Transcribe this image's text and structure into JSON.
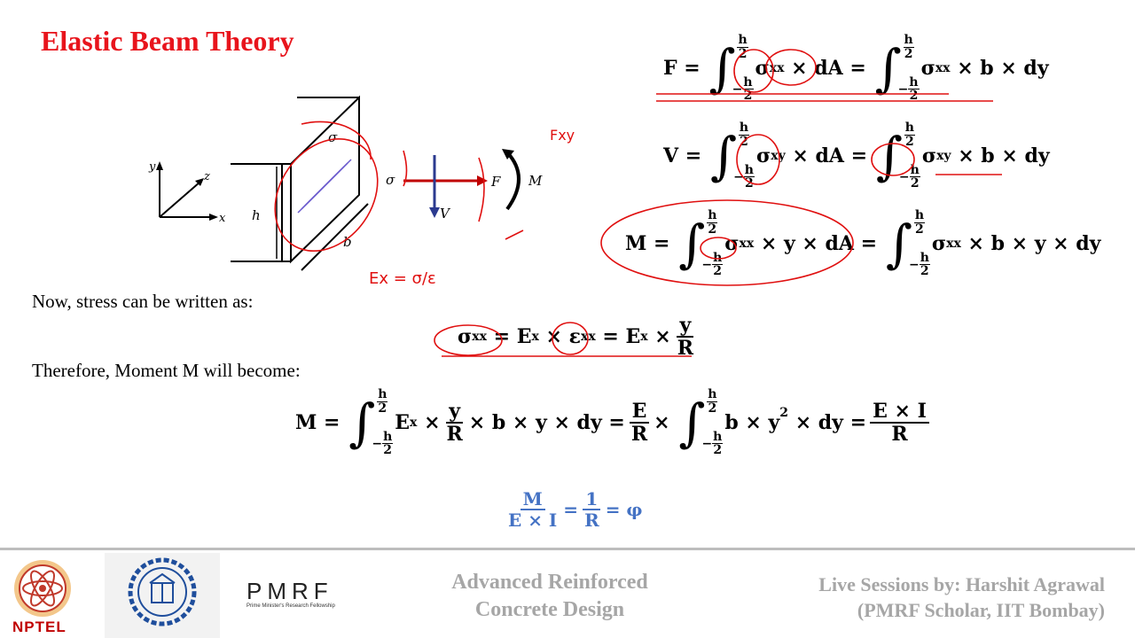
{
  "slide": {
    "title": "Elastic Beam Theory",
    "stress_text": "Now, stress can be written as:",
    "moment_text": "Therefore, Moment M will become:"
  },
  "diagram": {
    "axis_y": "y",
    "axis_z": "z",
    "axis_x": "x",
    "height_label": "h",
    "width_label": "b",
    "force_label": "F",
    "moment_label": "M",
    "shear_label": "V",
    "sigma_yy": "σ",
    "sigma_xx": "σ",
    "handwritten_fxy": "Fxy",
    "handwritten_ex": "Ex = σ/ε"
  },
  "equations": {
    "F": {
      "lhs": "F",
      "integrand_1": "σ",
      "sub_1": "xx",
      "tail_1": "× dA",
      "integrand_2": "σ",
      "sub_2": "xx",
      "tail_2": "× b × dy"
    },
    "V": {
      "lhs": "V",
      "integrand_1": "σ",
      "sub_1": "xy",
      "tail_1": "× dA",
      "integrand_2": "σ",
      "sub_2": "xy",
      "tail_2": "× b × dy"
    },
    "M": {
      "lhs": "M",
      "integrand_1": "σ",
      "sub_1": "xx",
      "tail_1": "× y × dA",
      "integrand_2": "σ",
      "sub_2": "xx",
      "tail_2": "× b × y × dy"
    },
    "limit_upper": "h",
    "limit_lower": "h",
    "limit_den": "2",
    "limit_minus": "−",
    "stress": {
      "sigma": "σ",
      "sigma_sub": "xx",
      "E1": "E",
      "E1_sub": "x",
      "eps": "ε",
      "eps_sub": "xx",
      "E2": "E",
      "E2_sub": "x",
      "num": "y",
      "den": "R"
    },
    "moment": {
      "lhs": "M",
      "E": "E",
      "E_sub": "x",
      "yR_num": "y",
      "yR_den": "R",
      "tail_1": "× b × y × dy",
      "ER_num": "E",
      "ER_den": "R",
      "tail_2": "b × y",
      "sq": "2",
      "tail_3": "× dy",
      "EI_num": "E × I",
      "EI_den": "R"
    },
    "curvature": {
      "num1": "M",
      "den1": "E × I",
      "num2": "1",
      "den2": "R",
      "phi": "φ"
    }
  },
  "footer": {
    "course_line1": "Advanced Reinforced",
    "course_line2": "Concrete Design",
    "live_line1": "Live Sessions by: Harshit Agrawal",
    "live_line2": "(PMRF Scholar, IIT Bombay)",
    "pmrf_main": "PMRF",
    "pmrf_sub": "Prime Minister's Research Fellowship",
    "nptel": "NPTEL"
  },
  "colors": {
    "title": "#e8141c",
    "ink": "#e01010",
    "blue": "#4472c4",
    "footer_text": "#a6a6a6"
  }
}
